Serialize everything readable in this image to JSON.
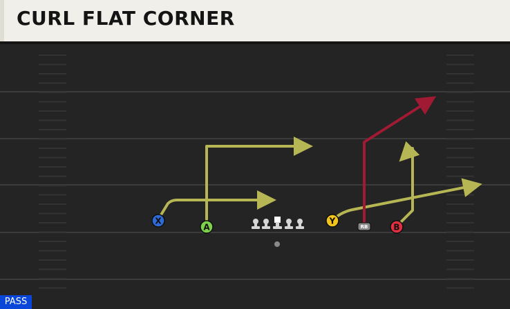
{
  "play": {
    "title": "CURL FLAT CORNER",
    "type_badge": "PASS"
  },
  "colors": {
    "field": "#242424",
    "route_default": "#b7b654",
    "route_rb": "#a01a33",
    "player_x": "#2f6bd8",
    "player_a": "#7ed24b",
    "player_y": "#f3c51a",
    "player_b": "#e03040",
    "player_rb": "#8a8a8a",
    "oline": "#d6d6d6"
  },
  "players": [
    {
      "id": "x",
      "label": "X",
      "icon": "circle-marker",
      "color": "#2f6bd8"
    },
    {
      "id": "a",
      "label": "A",
      "icon": "circle-marker",
      "color": "#7ed24b"
    },
    {
      "id": "y",
      "label": "Y",
      "icon": "circle-marker",
      "color": "#f3c51a"
    },
    {
      "id": "rb",
      "label": "RB",
      "icon": "rounded-rect-marker",
      "color": "#8a8a8a"
    },
    {
      "id": "b",
      "label": "B",
      "icon": "circle-marker",
      "color": "#e03040"
    }
  ]
}
